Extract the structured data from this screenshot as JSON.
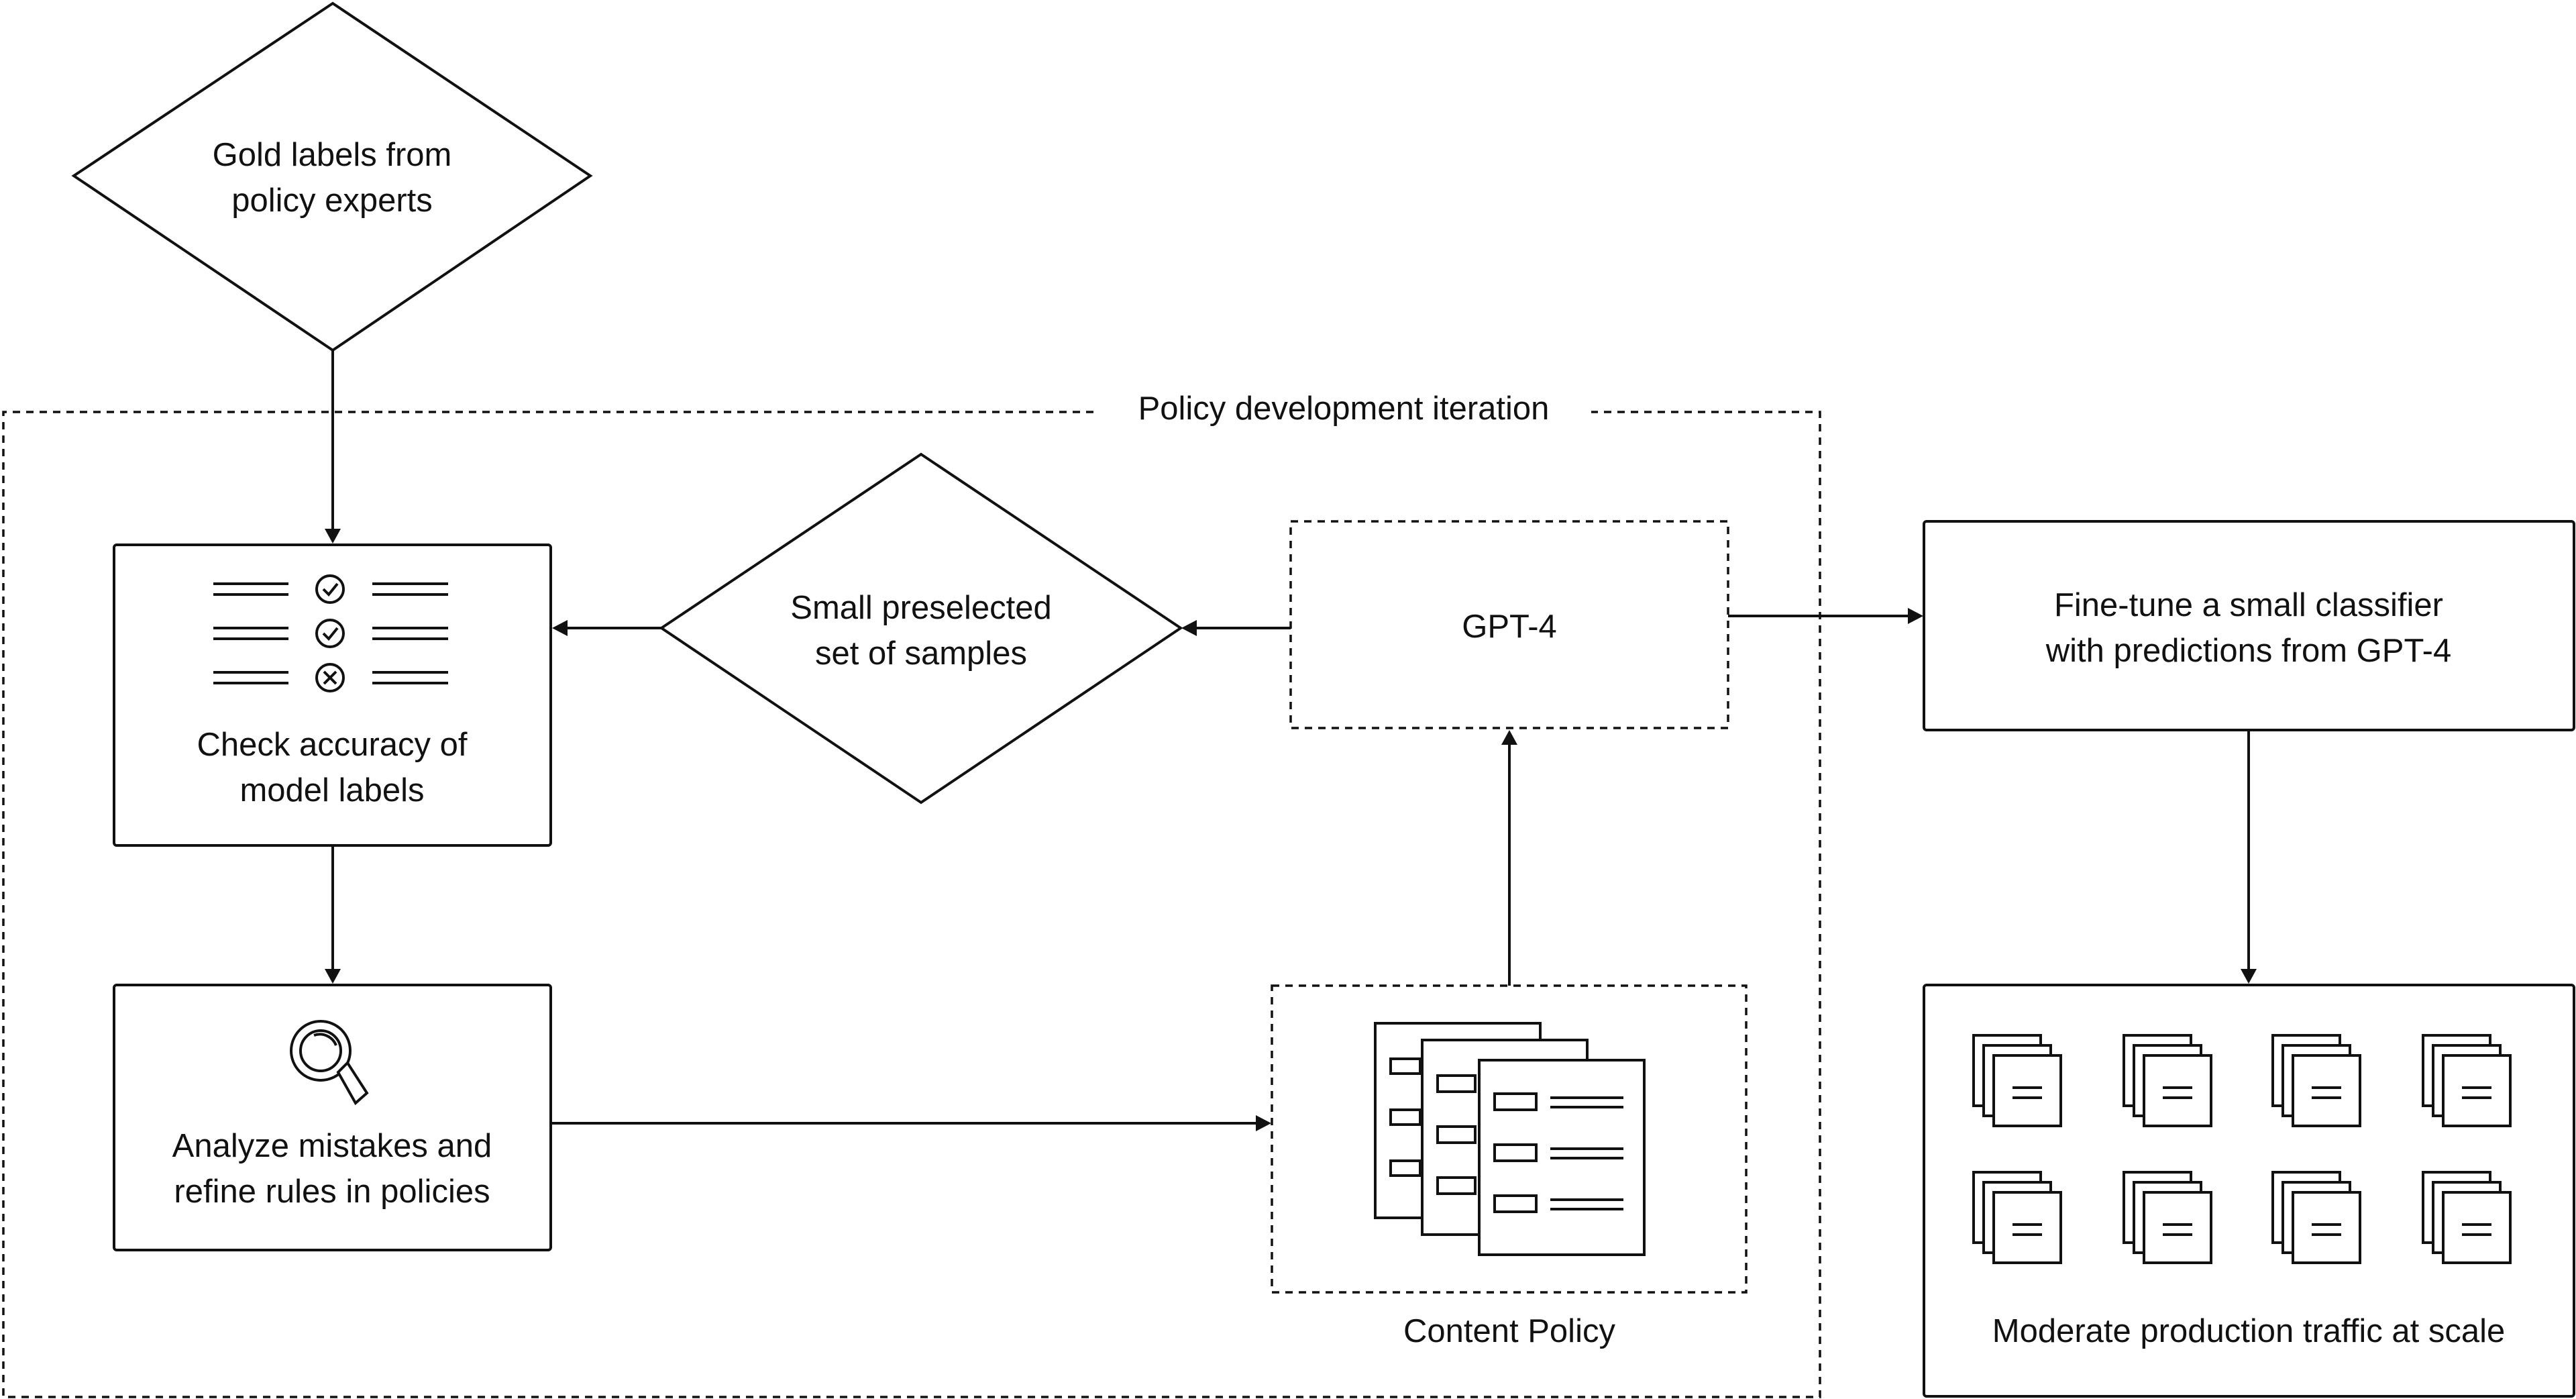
{
  "diagram": {
    "region_label": "Policy development iteration",
    "nodes": {
      "gold_labels": {
        "line1": "Gold labels from",
        "line2": "policy experts"
      },
      "check_accuracy": {
        "line1": "Check accuracy of",
        "line2": "model labels"
      },
      "preselected": {
        "line1": "Small preselected",
        "line2": "set of samples"
      },
      "gpt4": {
        "label": "GPT-4"
      },
      "analyze": {
        "line1": "Analyze mistakes and",
        "line2": "refine rules in policies"
      },
      "content_policy": {
        "label": "Content Policy"
      },
      "finetune": {
        "line1": "Fine-tune a small classifier",
        "line2": "with predictions from GPT-4"
      },
      "moderate": {
        "label": "Moderate production traffic at scale"
      }
    },
    "icons": {
      "check_accuracy": "checklist-icon",
      "analyze": "magnifier-icon",
      "content_policy": "policy-documents-icon",
      "moderate": "document-stack-icon"
    },
    "colors": {
      "ink": "#111111",
      "background": "#ffffff"
    }
  }
}
